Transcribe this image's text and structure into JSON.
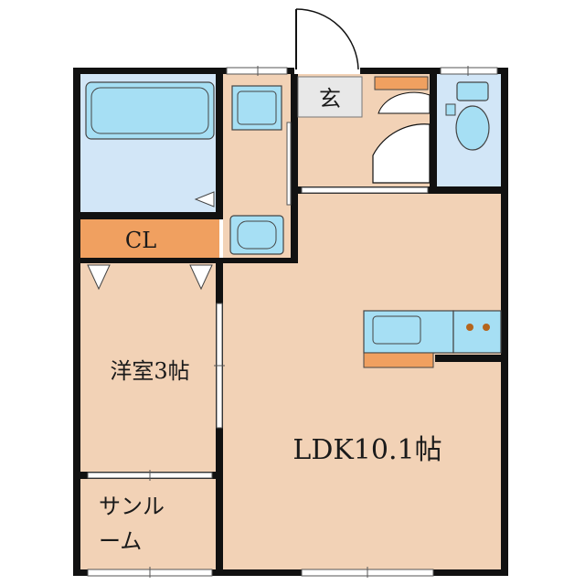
{
  "floorplan": {
    "colors": {
      "wall": "#111111",
      "room_floor": "#f2d2b6",
      "wet_area": "#d2e6f7",
      "fixture": "#a6dff4",
      "storage": "#f0a060",
      "door": "#ffffff",
      "background": "#ffffff"
    },
    "rooms": {
      "ldk": {
        "label": "LDK10.1帖"
      },
      "western_room": {
        "label": "洋室3帖"
      },
      "sunroom": {
        "label_line1": "サンル",
        "label_line2": "ーム"
      },
      "closet": {
        "label": "CL"
      },
      "entrance": {
        "label": "玄"
      }
    },
    "fixtures": [
      "bathtub",
      "washbasin",
      "washing-machine-pan",
      "toilet",
      "kitchen-sink",
      "stove",
      "refrigerator-space",
      "shoe-cabinet"
    ]
  }
}
